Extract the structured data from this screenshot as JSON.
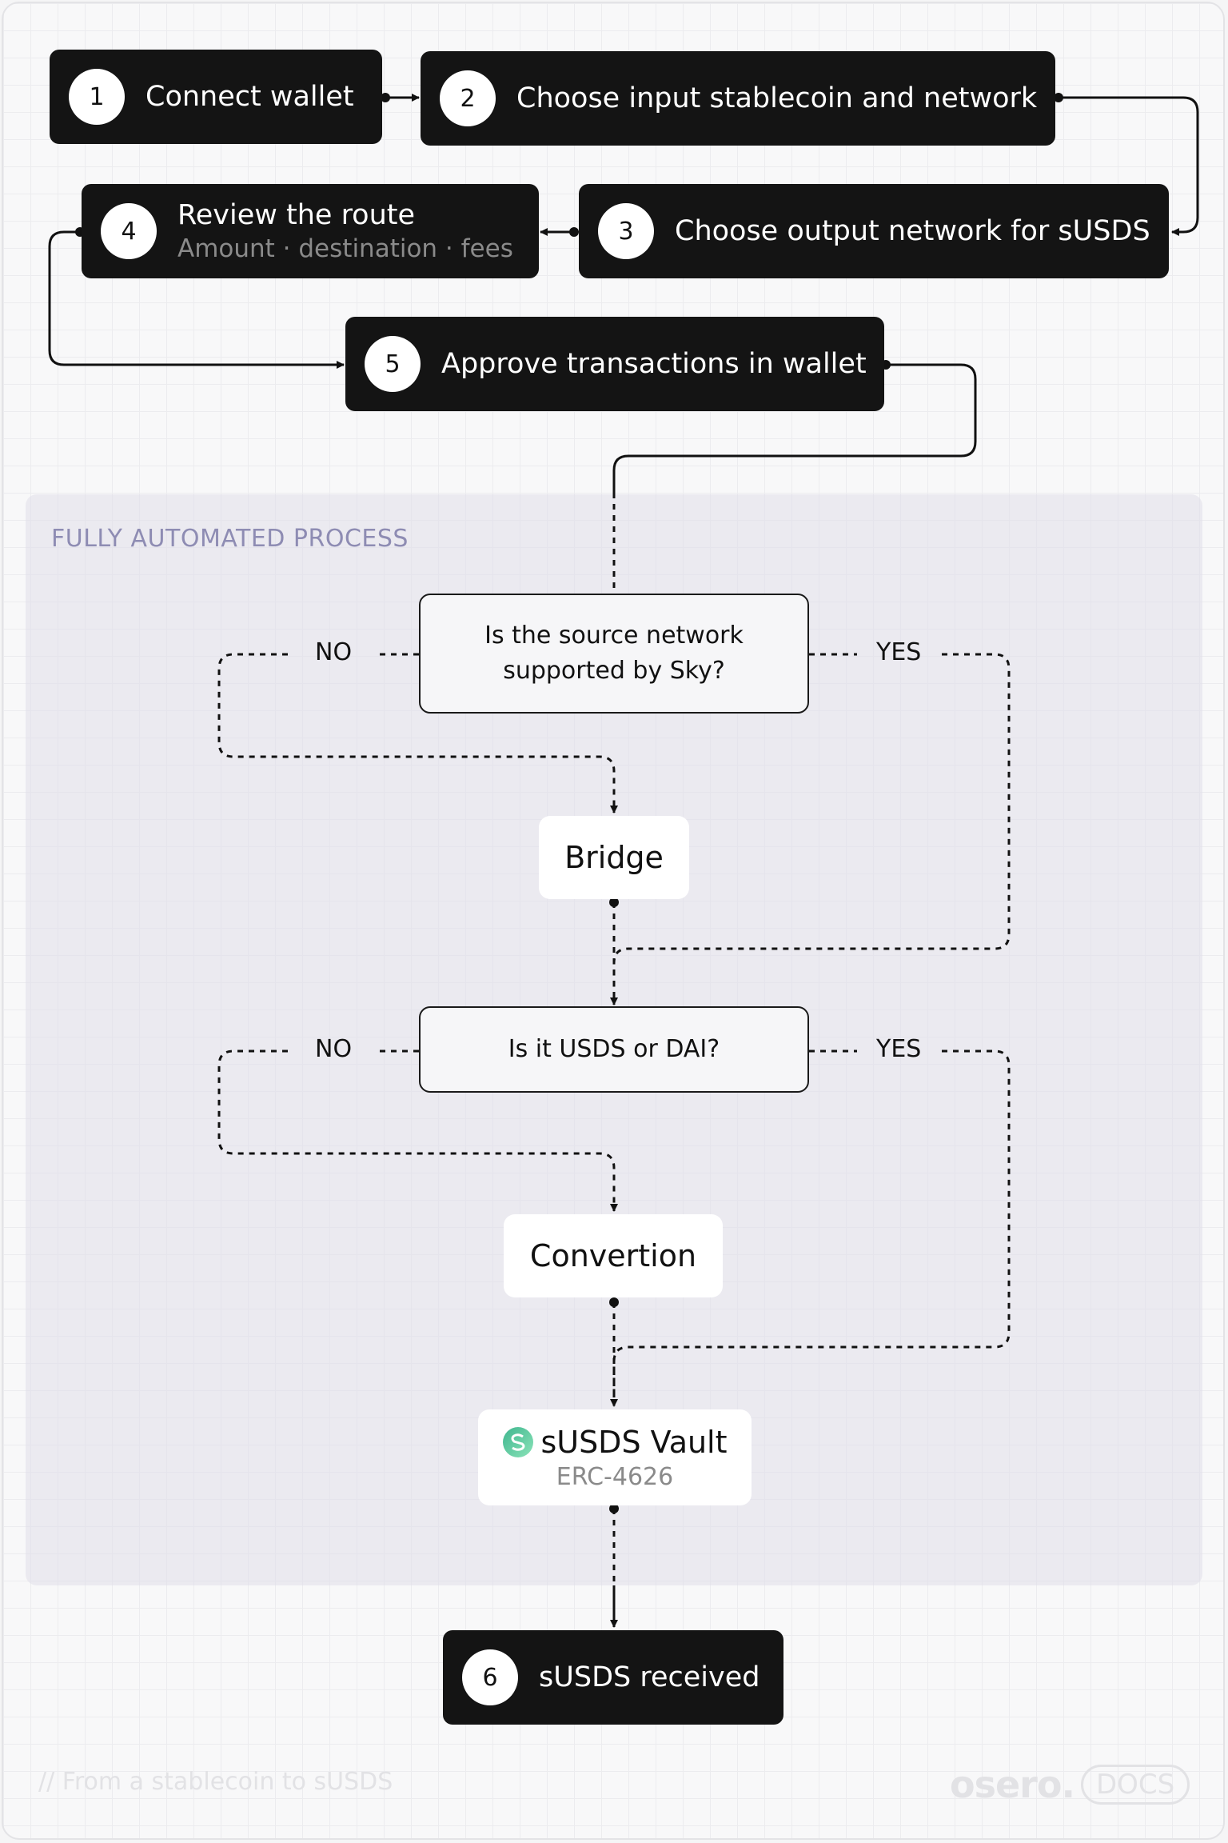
{
  "steps": [
    {
      "num": "1",
      "title": "Connect wallet"
    },
    {
      "num": "2",
      "title": "Choose input stablecoin and network"
    },
    {
      "num": "3",
      "title": "Choose output network for sUSDS"
    },
    {
      "num": "4",
      "title": "Review the route",
      "subtitle": "Amount · destination · fees"
    },
    {
      "num": "5",
      "title": "Approve transactions in wallet"
    },
    {
      "num": "6",
      "title": "sUSDS received"
    }
  ],
  "automated_section_label": "FULLY AUTOMATED PROCESS",
  "decisions": [
    {
      "question": "Is the source network supported by Sky?",
      "no_label": "NO",
      "yes_label": "YES"
    },
    {
      "question": "Is it USDS or DAI?",
      "no_label": "NO",
      "yes_label": "YES"
    }
  ],
  "processes": {
    "bridge": "Bridge",
    "conversion": "Convertion"
  },
  "vault": {
    "title": "sUSDS Vault",
    "subtitle": "ERC-4626"
  },
  "footer": {
    "note": "// From a stablecoin to sUSDS",
    "brand": "osero.",
    "badge": "DOCS"
  },
  "colors": {
    "node_dark": "#141414",
    "automated_bg": "#e2e1ea",
    "automated_label": "#8e8cb3",
    "vault_icon": "#4ec3a0"
  }
}
